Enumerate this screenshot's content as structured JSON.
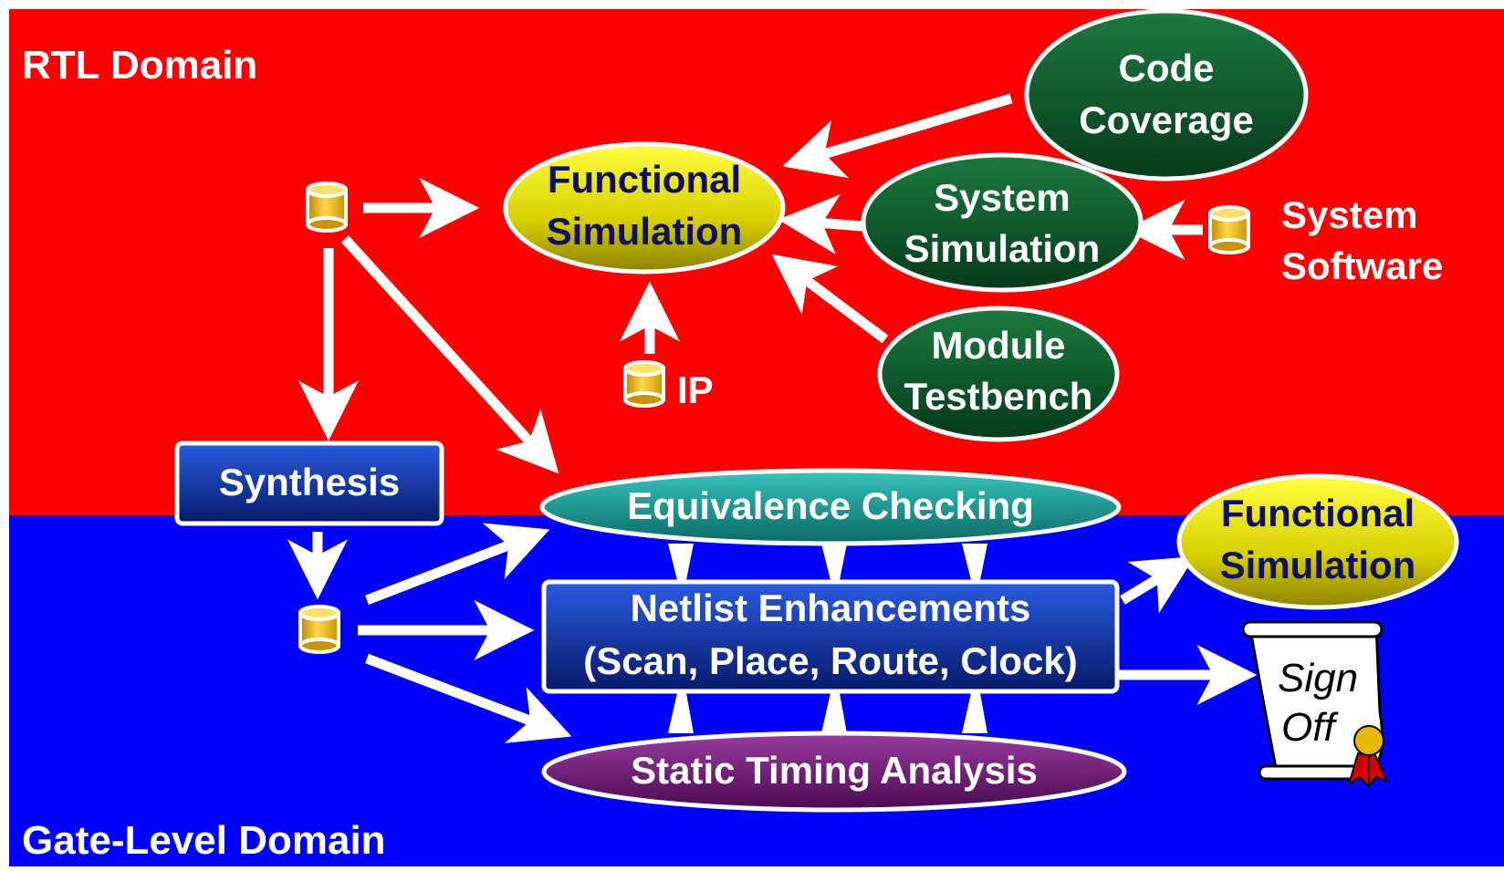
{
  "domains": {
    "rtl": "RTL Domain",
    "gate": "Gate-Level Domain"
  },
  "nodes": {
    "functional_sim_rtl": {
      "line1": "Functional",
      "line2": "Simulation"
    },
    "code_coverage": {
      "line1": "Code",
      "line2": "Coverage"
    },
    "system_simulation": {
      "line1": "System",
      "line2": "Simulation"
    },
    "module_testbench": {
      "line1": "Module",
      "line2": "Testbench"
    },
    "synthesis": "Synthesis",
    "equivalence_checking": "Equivalence Checking",
    "netlist_enhancements": {
      "line1": "Netlist Enhancements",
      "line2": "(Scan, Place, Route, Clock)"
    },
    "static_timing_analysis": "Static Timing Analysis",
    "functional_sim_gate": {
      "line1": "Functional",
      "line2": "Simulation"
    },
    "sign_off": {
      "line1": "Sign",
      "line2": "Off"
    }
  },
  "labels": {
    "ip": "IP",
    "system_software": {
      "line1": "System",
      "line2": "Software"
    }
  },
  "icons": {
    "database": "database-cylinder-icon",
    "scroll": "signoff-scroll-icon"
  },
  "colors": {
    "rtl_background": "#ff0000",
    "gate_background": "#0000ff",
    "yellow_ellipse": "#e8e800",
    "dark_green_ellipse": "#0d5c2e",
    "teal_ellipse": "#1aa09a",
    "purple_ellipse": "#7a1a7a",
    "navy_box": "#0a2a9a",
    "arrow": "#ffffff",
    "database": "#f2c200"
  }
}
